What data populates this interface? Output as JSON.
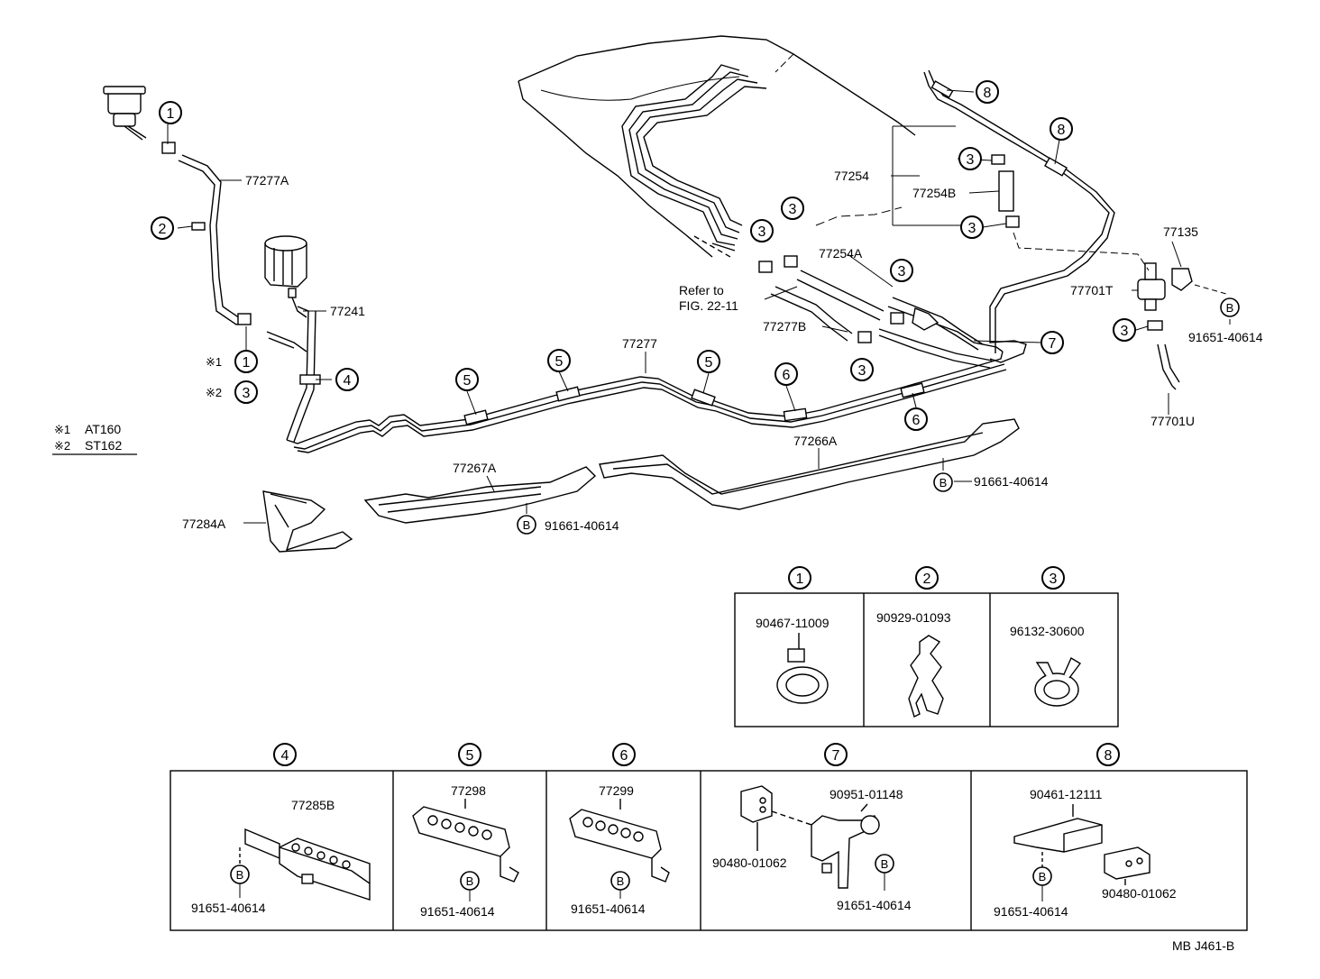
{
  "diagram": {
    "figure_code": "MB J461-B",
    "legend": {
      "note1_symbol": "※1",
      "note1_text": "AT160",
      "note2_symbol": "※2",
      "note2_text": "ST162"
    },
    "refer_to": {
      "line1": "Refer to",
      "line2": "FIG. 22-11"
    },
    "part_labels": {
      "p77277A": "77277A",
      "p77241": "77241",
      "p77277": "77277",
      "p77254": "77254",
      "p77254B": "77254B",
      "p77254A": "77254A",
      "p77277B": "77277B",
      "p77135": "77135",
      "p77701T": "77701T",
      "p77701U": "77701U",
      "p91651_40614": "91651-40614",
      "p77266A": "77266A",
      "p91661_40614_right": "91661-40614",
      "p77267A": "77267A",
      "p91661_40614_left": "91661-40614",
      "p77284A": "77284A"
    },
    "callouts": {
      "c1": "1",
      "c2": "2",
      "c3": "3",
      "c4": "4",
      "c5": "5",
      "c6": "6",
      "c7": "7",
      "c8": "8",
      "cB": "B"
    },
    "detail_boxes_top": [
      {
        "callout": "1",
        "part": "90467-11009"
      },
      {
        "callout": "2",
        "part": "90929-01093"
      },
      {
        "callout": "3",
        "part": "96132-30600"
      }
    ],
    "detail_boxes_bottom": [
      {
        "callout": "4",
        "part": "77285B",
        "bolt": "B",
        "bolt_part": "91651-40614"
      },
      {
        "callout": "5",
        "part": "77298",
        "bolt": "B",
        "bolt_part": "91651-40614"
      },
      {
        "callout": "6",
        "part": "77299",
        "bolt": "B",
        "bolt_part": "91651-40614"
      },
      {
        "callout": "7",
        "part": "90951-01148",
        "part2": "90480-01062",
        "bolt": "B",
        "bolt_part": "91651-40614"
      },
      {
        "callout": "8",
        "part": "90461-12111",
        "part2": "90480-01062",
        "bolt": "B",
        "bolt_part": "91651-40614"
      }
    ]
  }
}
